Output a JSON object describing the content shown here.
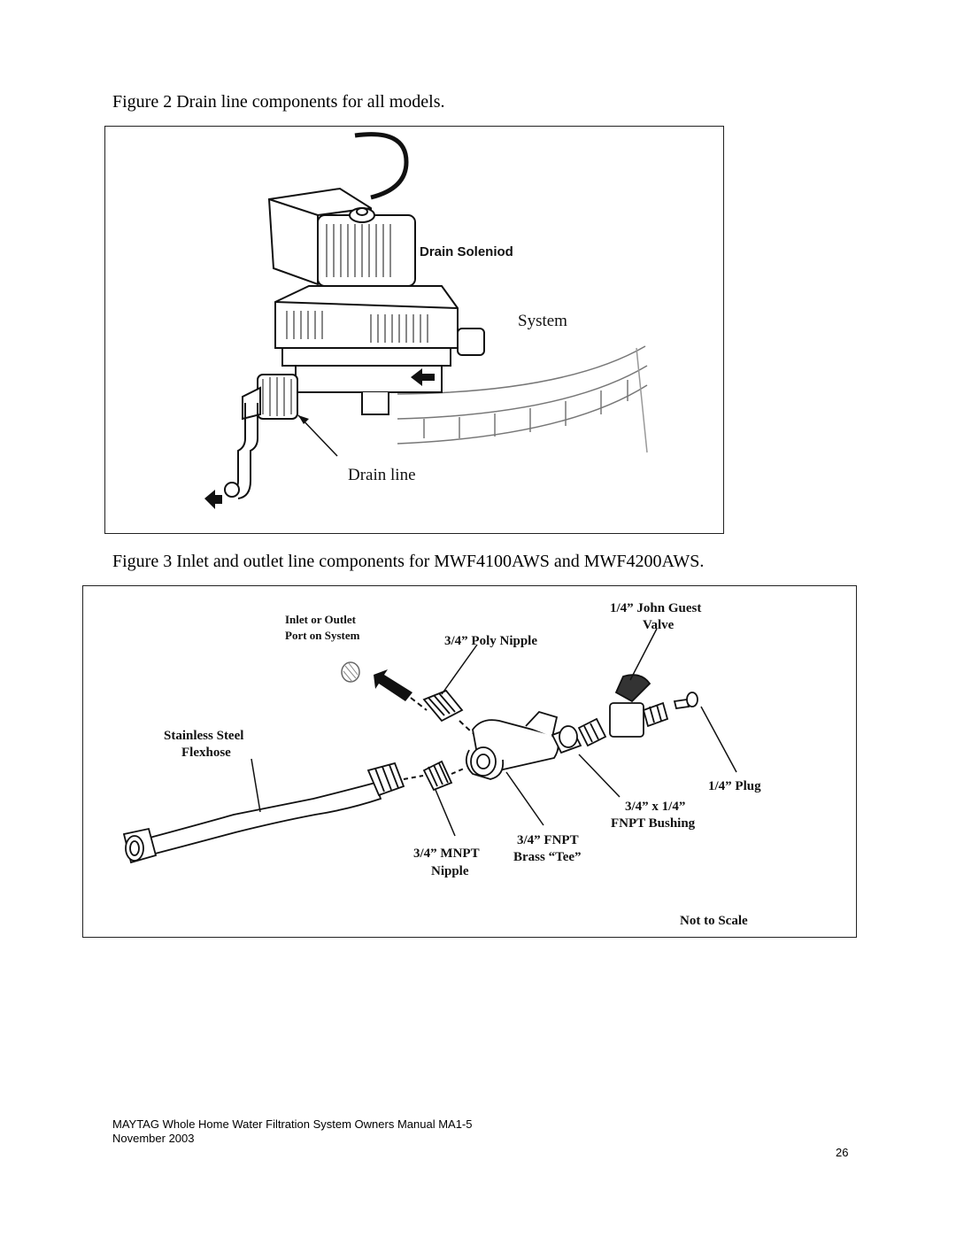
{
  "figure2": {
    "caption": "Figure 2 Drain line components for all models.",
    "labels": {
      "drain_solenoid": "Drain Soleniod",
      "system": "System",
      "drain_line": "Drain line"
    }
  },
  "figure3": {
    "caption": "Figure 3 Inlet and outlet line components for MWF4100AWS and MWF4200AWS.",
    "labels": {
      "inlet_outlet_1": "Inlet or Outlet",
      "inlet_outlet_2": "Port on System",
      "poly_nipple": "3/4” Poly Nipple",
      "john_guest_1": "1/4” John Guest",
      "john_guest_2": "Valve",
      "flexhose_1": "Stainless Steel",
      "flexhose_2": "Flexhose",
      "plug": "1/4” Plug",
      "bushing_1": "3/4” x 1/4”",
      "bushing_2": "FNPT Bushing",
      "mnpt_1": "3/4” MNPT",
      "mnpt_2": "Nipple",
      "fnpt_1": "3/4” FNPT",
      "fnpt_2": "Brass “Tee”",
      "not_to_scale": "Not to Scale"
    }
  },
  "footer": {
    "line1": "MAYTAG Whole Home Water Filtration System Owners Manual MA1-5",
    "line2": "November 2003",
    "page": "26"
  }
}
